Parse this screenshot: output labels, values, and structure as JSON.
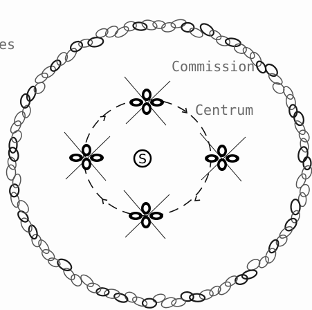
{
  "labels": {
    "left_partial": "es",
    "commission": "Commission",
    "centrum": "Centrum",
    "center_symbol": "S"
  }
}
